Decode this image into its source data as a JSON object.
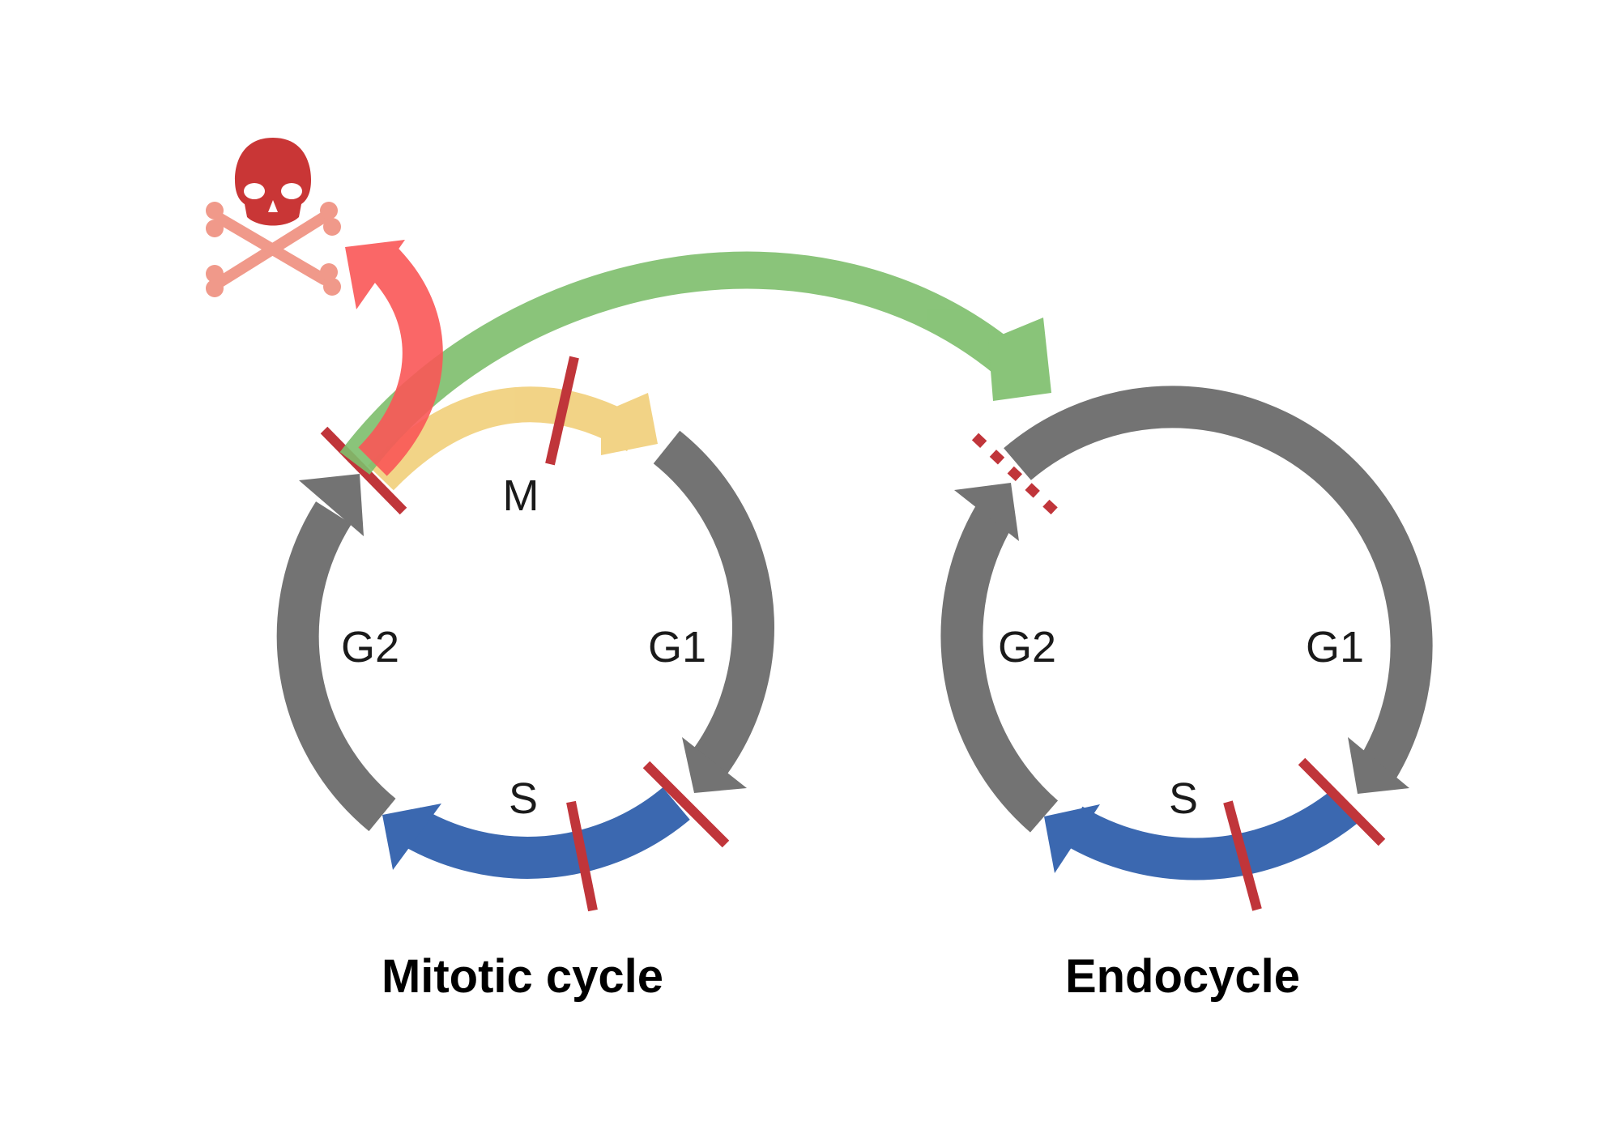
{
  "mitotic": {
    "title": "Mitotic cycle",
    "phases": {
      "m": "M",
      "g1": "G1",
      "s": "S",
      "g2": "G2"
    }
  },
  "endo": {
    "title": "Endocycle",
    "phases": {
      "g1": "G1",
      "s": "S",
      "g2": "G2"
    }
  },
  "colors": {
    "cycle_arrow": "#737373",
    "s_phase": "#3b68b0",
    "checkpoint": "#c0353a",
    "endocycle_switch": "#7dbe6b",
    "mitosis_continue": "#f0cc72",
    "cell_death": "#fa5757",
    "skull": "#c93636",
    "bones": "#f0998a"
  },
  "icons": [
    "skull-crossbones-icon"
  ]
}
